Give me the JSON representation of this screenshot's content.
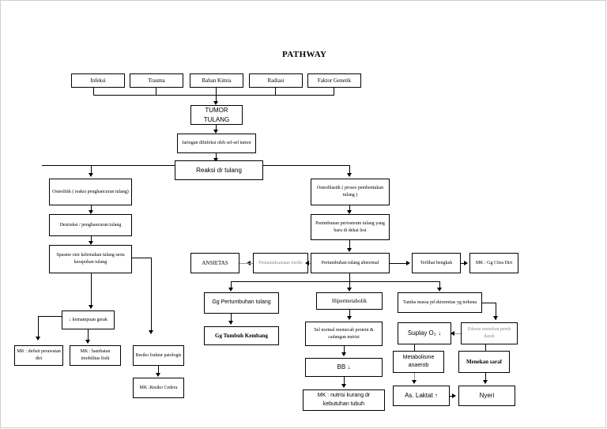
{
  "document": {
    "title": "PATHWAY",
    "type": "medical-pathway-flowchart",
    "language": "id"
  },
  "nodes": {
    "infeksi": "Infeksi",
    "trauma": "Trauma",
    "bahan_kimia": "Bahan Kimia",
    "radiasi": "Radiasi",
    "faktor_genetik": "Faktor Genetik",
    "tumor_tulang": "TUMOR TULANG",
    "jaringan_infeksi": "Jaringan diInfeksi oleh sel-sel tumor",
    "reaksi_dr_tulang": "Reaksi dr tulang",
    "osteolitik": "Osteolitik ( reaksi penghancuran tulang)",
    "destruksi": "Destruksi / penghancuran tulang",
    "spasme_otot": "Spasme otot kelemahan tulang serta kerapuhan tulang",
    "kemampuan_gerak": "↓ kemampuan gerak",
    "mk_defisit": "MK : defisit perawatan diri",
    "mk_hambatan": "MK : hambatan imobilitas fisik",
    "resiko_fraktur": "Resiko fraktur patologis",
    "mk_resiko_cedera": "MK :Resiko Cedera",
    "osteoblastik": "Osteoblastik ( proses pembentukan tulang )",
    "penimbunan": "Penimbunan periosteum tulang yang baru di dekat lesi",
    "pertumbuhan_abnormal": "Pertumbuhan tulang abnormal",
    "ansietas": "ANSIETAS",
    "penatalaksanaan": "Penatalaksanaan medis",
    "terlihat_bengkak": "Terlihat bengkak",
    "mk_gg_citra_diri": "MK : Gg Citra Diri",
    "gg_pertumbuhan": "Gg Pertumbuhan tulang",
    "gg_tumbuh_kembang": "Gg Tumbuh Kembang",
    "hipermetabolik": "Hipermetabolik",
    "sel_normal": "Sel normal memecah protein & cadangan nutrisi",
    "bb_turun": "BB ↓",
    "mk_nutrisi": "MK : nutrisi kurang dr kebutuhan tubuh",
    "tamba_massa": "Tamba massa pd ektremitas yg terkena",
    "suplay_o2": "Suplay O₂ ↓",
    "edema": "Edema menekan pemb darah",
    "metabolisme_anaerob": "Metabolisme anaerob",
    "menekan_saraf": "Menekan saraf",
    "as_laktat": "As. Laktat ↑",
    "nyeri": "Nyeri"
  },
  "colors": {
    "stroke": "#000000",
    "background": "#ffffff",
    "muted_text": "#8d8d8d",
    "frame": "#cfcfcf"
  }
}
